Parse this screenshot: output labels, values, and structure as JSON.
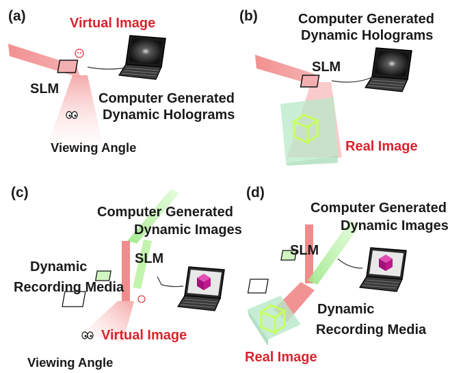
{
  "panels": {
    "a": {
      "label": "(a)",
      "virtual_image": "Virtual Image",
      "slm": "SLM",
      "hologram_line1": "Computer Generated",
      "hologram_line2": "Dynamic Holograms",
      "viewing_angle": "Viewing Angle"
    },
    "b": {
      "label": "(b)",
      "hologram_line1": "Computer Generated",
      "hologram_line2": "Dynamic Holograms",
      "slm": "SLM",
      "real_image": "Real Image"
    },
    "c": {
      "label": "(c)",
      "images_line1": "Computer Generated",
      "images_line2": "Dynamic Images",
      "slm": "SLM",
      "media_line1": "Dynamic",
      "media_line2": "Recording Media",
      "virtual_image": "Virtual Image",
      "viewing_angle": "Viewing Angle"
    },
    "d": {
      "label": "(d)",
      "images_line1": "Computer Generated",
      "images_line2": "Dynamic Images",
      "slm": "SLM",
      "media_line1": "Dynamic",
      "media_line2": "Recording Media",
      "real_image": "Real Image"
    }
  },
  "colors": {
    "text": "#1a1a1a",
    "highlight_text": "#d9232d",
    "red_beam": "#f08080",
    "green_beam": "#a8f08a",
    "cube_fill": "#b8e8c8",
    "cube_shape": "#c7ff5a",
    "laptop_body": "#333333",
    "magenta_cube": "#c0178a"
  },
  "icons": [
    "laptop-icon",
    "eyes-icon",
    "face-icon",
    "hologram-cube-icon",
    "magenta-cube-icon"
  ]
}
